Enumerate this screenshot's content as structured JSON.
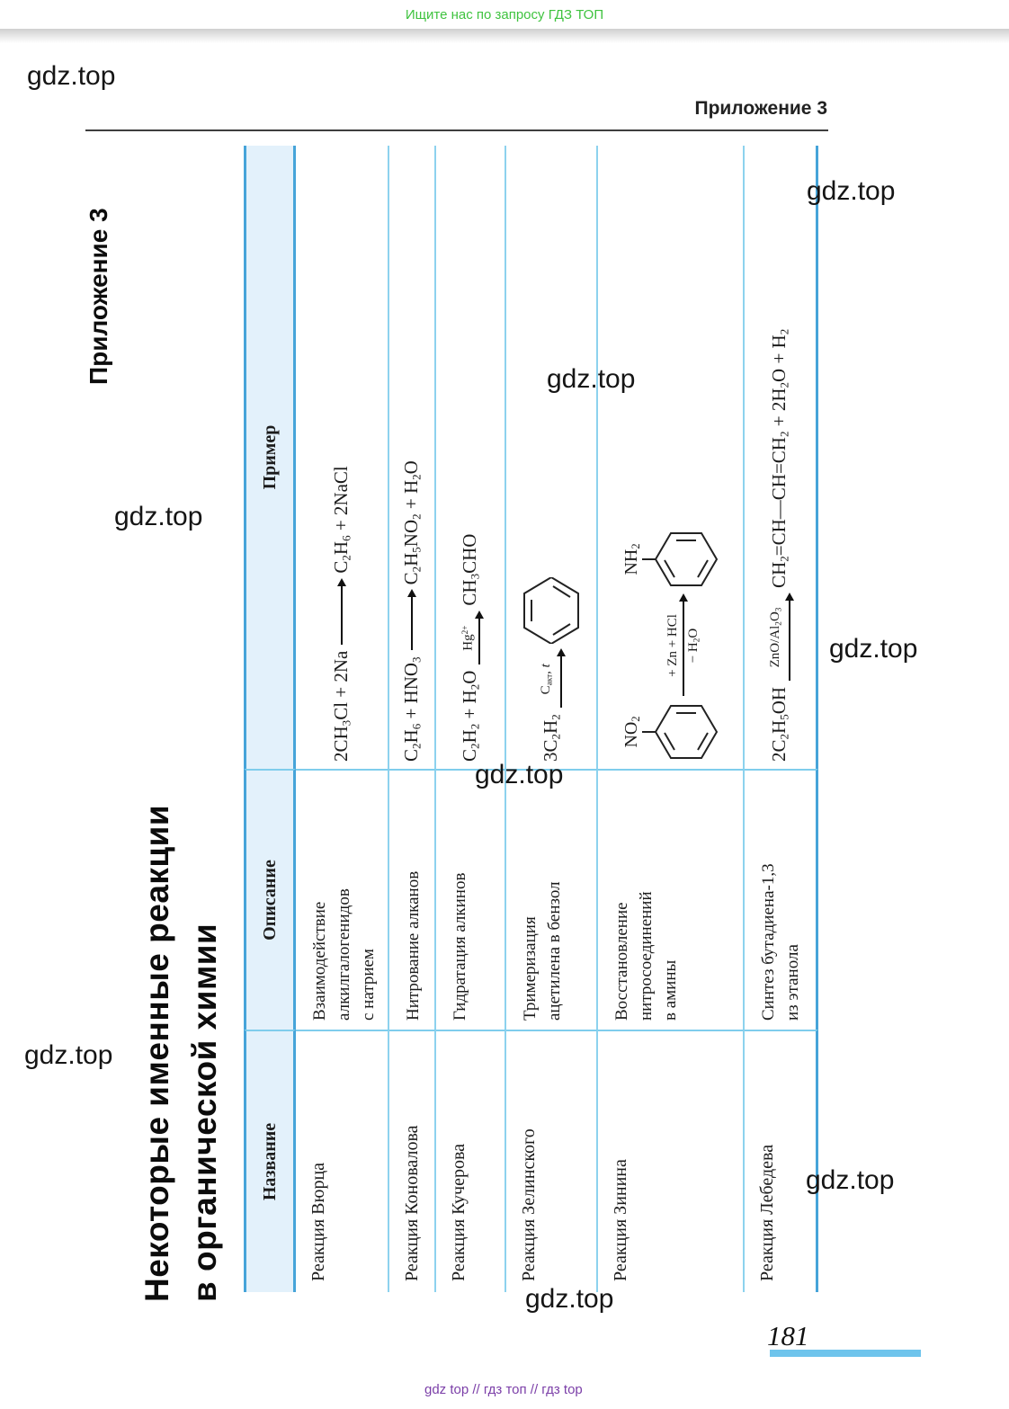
{
  "page": {
    "promo_banner": "Ищите нас по запросу ГДЗ ТОП",
    "appendix_header": "Приложение 3",
    "appendix_side_label": "Приложение 3",
    "doc_title_line1": "Некоторые именные реакции",
    "doc_title_line2": "в органической химии",
    "page_number": "181",
    "footer_links": "gdz top  //  гдз топ  //  гдз top",
    "watermark": "gdz.top"
  },
  "colors": {
    "table_border_accent": "#46a4d9",
    "table_grid": "#7fcdec",
    "header_fill": "#e3f1fb",
    "banner_green": "#3fc33f",
    "footer_purple": "#7b3fa8",
    "page_bar_blue": "#6ec4ec"
  },
  "table": {
    "headers": [
      "Название",
      "Описание",
      "Пример"
    ],
    "rows": [
      {
        "name": "Реакция Вюрца",
        "description_lines": [
          "Взаимодействие",
          "алкилгалогенидов",
          "с натрием"
        ],
        "example": {
          "lhs": "2CH_3_Cl + 2Na",
          "rhs": "C_2_H_6_ + 2NaCl"
        }
      },
      {
        "name": "Реакция Коновалова",
        "description_lines": [
          "Нитрование алканов"
        ],
        "example": {
          "lhs": "C_2_H_6_ + HNO_3_",
          "rhs": "C_2_H_5_NO_2_ + H_2_O"
        }
      },
      {
        "name": "Реакция Кучерова",
        "description_lines": [
          "Гидратация алкинов"
        ],
        "example": {
          "lhs": "C_2_H_2_ + H_2_O",
          "arrow_over": "Hg^2+^",
          "rhs": "CH_3_CHO"
        }
      },
      {
        "name": "Реакция Зелинского",
        "description_lines": [
          "Тримеризация",
          "ацетилена в бензол"
        ],
        "example": {
          "lhs": "3C_2_H_2_",
          "arrow_over": "C_акт_, *t*",
          "rhs_structure": "benzene-ring"
        }
      },
      {
        "name": "Реакция Зинина",
        "description_lines": [
          "Восстановление",
          "нитросоединений",
          "в амины"
        ],
        "example": {
          "lhs_structure_label": "NO_2_",
          "arrow_over": "+ Zn + HCl",
          "arrow_under": "− H_2_O",
          "rhs_structure_label": "NH_2_"
        }
      },
      {
        "name": "Реакция Лебедева",
        "description_lines": [
          "Синтез бутадиена-1,3",
          "из этанола"
        ],
        "example": {
          "lhs": "2C_2_H_5_OH",
          "arrow_over": "ZnO/Al_2_O_3_",
          "rhs": "CH_2_=CH—CH=CH_2_ + 2H_2_O + H_2_"
        }
      }
    ]
  }
}
